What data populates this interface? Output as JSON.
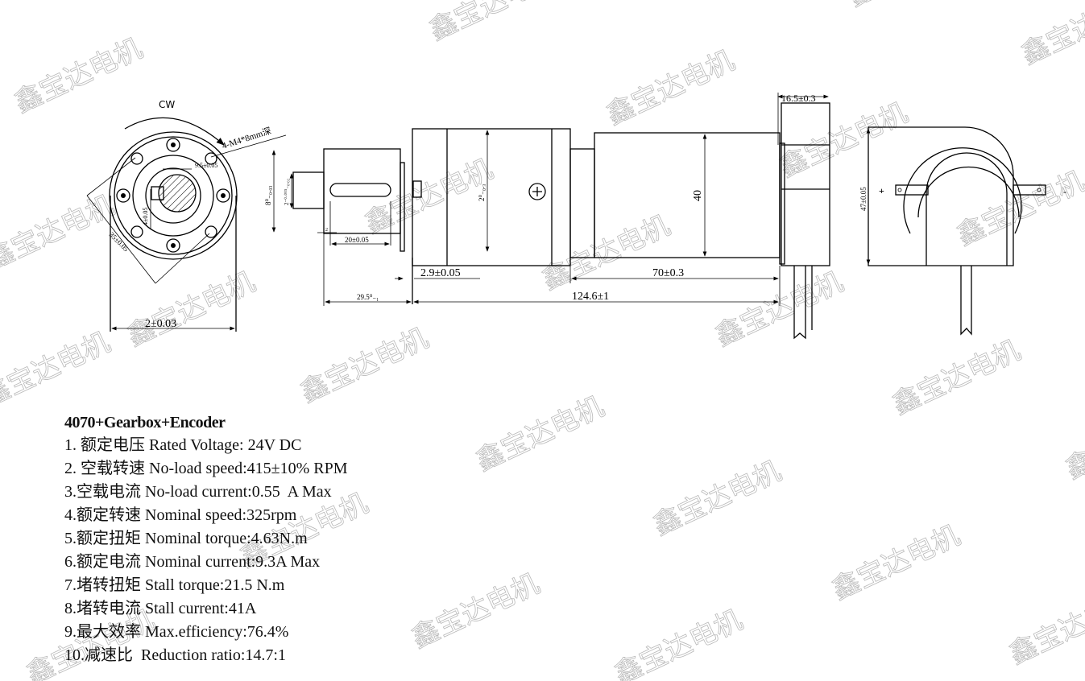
{
  "watermark_text": "鑫宝达电机",
  "drawing": {
    "front_view": {
      "rotation_label": "CW",
      "thread_label": "4-M4*8mm深",
      "key_width_label": "9.5±0.05",
      "key_depth_label": "4±0.05",
      "bolt_circle_label": "35±0.05",
      "flange_label": "2±0.03"
    },
    "side_view": {
      "shaft_dia_label": "8⁰₋₀.₀₃",
      "flat_label": "2⁻⁰·⁰⁰⁵₋₀.₀₂",
      "small_gap_label": "2",
      "key_length_label": "20±0.05",
      "shaft_length_label": "29.5⁰₋₁",
      "flange_thickness_label": "2.9±0.05",
      "gearbox_dia_label": "2⁰₋₀.₃",
      "motor_dia_label": "40",
      "motor_length_label": "70±0.3",
      "total_length_label": "124.6±1",
      "encoder_length_label": "16.5±0.3"
    },
    "rear_view": {
      "height_label": "47±0.05",
      "plus_label": "+",
      "minus_label": "-"
    }
  },
  "specs": {
    "title": "4070+Gearbox+Encoder",
    "items": [
      "1. 额定电压 Rated Voltage: 24V DC",
      "2. 空载转速 No-load speed:415±10% RPM",
      "3.空载电流 No-load current:0.55  A Max",
      "4.额定转速 Nominal speed:325rpm",
      "5.额定扭矩 Nominal torque:4.63N.m",
      "6.额定电流 Nominal current:9.3A Max",
      "7.堵转扭矩 Stall torque:21.5 N.m",
      "8.堵转电流 Stall current:41A",
      "9.最大效率 Max.efficiency:76.4%",
      "10.减速比  Reduction ratio:14.7:1"
    ]
  }
}
